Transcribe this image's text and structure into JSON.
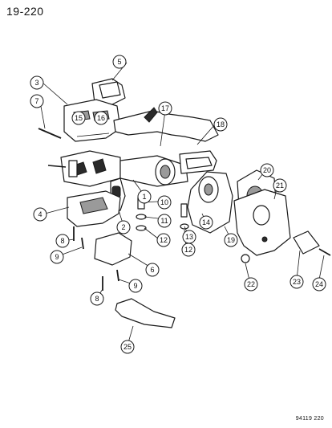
{
  "header": {
    "page_number": "19-220"
  },
  "footer": {
    "drawing_code": "94119 220"
  },
  "callouts": [
    {
      "num": "1"
    },
    {
      "num": "2"
    },
    {
      "num": "3"
    },
    {
      "num": "4"
    },
    {
      "num": "5"
    },
    {
      "num": "6"
    },
    {
      "num": "7"
    },
    {
      "num": "8"
    },
    {
      "num": "8"
    },
    {
      "num": "9"
    },
    {
      "num": "9"
    },
    {
      "num": "10"
    },
    {
      "num": "11"
    },
    {
      "num": "12"
    },
    {
      "num": "12"
    },
    {
      "num": "13"
    },
    {
      "num": "14"
    },
    {
      "num": "15"
    },
    {
      "num": "16"
    },
    {
      "num": "17"
    },
    {
      "num": "18"
    },
    {
      "num": "19"
    },
    {
      "num": "20"
    },
    {
      "num": "21"
    },
    {
      "num": "22"
    },
    {
      "num": "23"
    },
    {
      "num": "24"
    },
    {
      "num": "25"
    }
  ]
}
